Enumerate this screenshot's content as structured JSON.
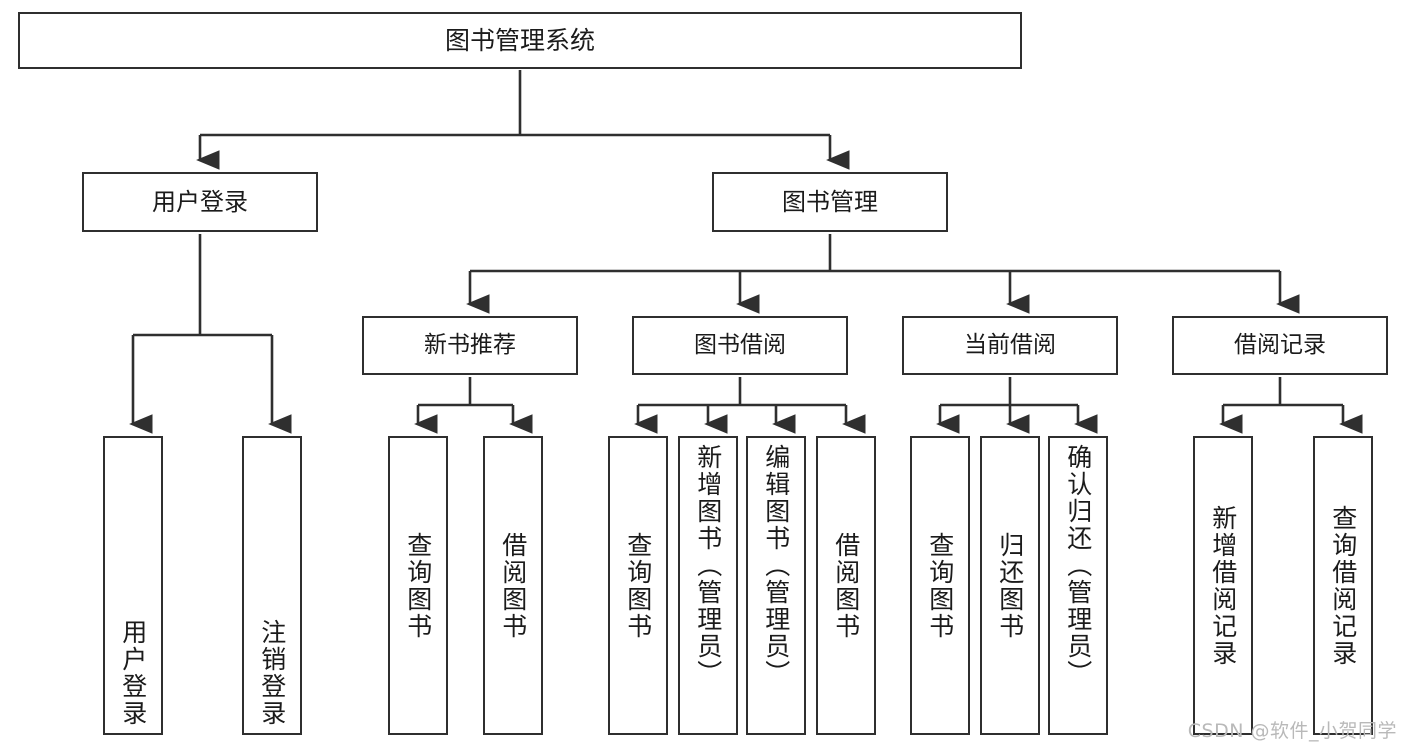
{
  "diagram": {
    "type": "tree-hierarchy",
    "title": "图书管理系统",
    "watermark": "CSDN @软件_小贺同学",
    "root": {
      "label": "图书管理系统"
    },
    "level1": [
      {
        "label": "用户登录"
      },
      {
        "label": "图书管理"
      }
    ],
    "level2": [
      {
        "label": "新书推荐"
      },
      {
        "label": "图书借阅"
      },
      {
        "label": "当前借阅"
      },
      {
        "label": "借阅记录"
      }
    ],
    "leaves": {
      "user_login": [
        {
          "label": "用户登录"
        },
        {
          "label": "注销登录"
        }
      ],
      "new_book": [
        {
          "label": "查询图书"
        },
        {
          "label": "借阅图书"
        }
      ],
      "borrow_book": [
        {
          "label": "查询图书"
        },
        {
          "label": "新增图书（管理员）"
        },
        {
          "label": "编辑图书（管理员）"
        },
        {
          "label": "借阅图书"
        }
      ],
      "current_borrow": [
        {
          "label": "查询图书"
        },
        {
          "label": "归还图书"
        },
        {
          "label": "确认归还（管理员）"
        }
      ],
      "borrow_record": [
        {
          "label": "新增借阅记录"
        },
        {
          "label": "查询借阅记录"
        }
      ]
    },
    "colors": {
      "stroke": "#2f2f2f",
      "fill": "#ffffff",
      "text": "#1b1b1b",
      "watermark": "#b9b9b9"
    }
  }
}
